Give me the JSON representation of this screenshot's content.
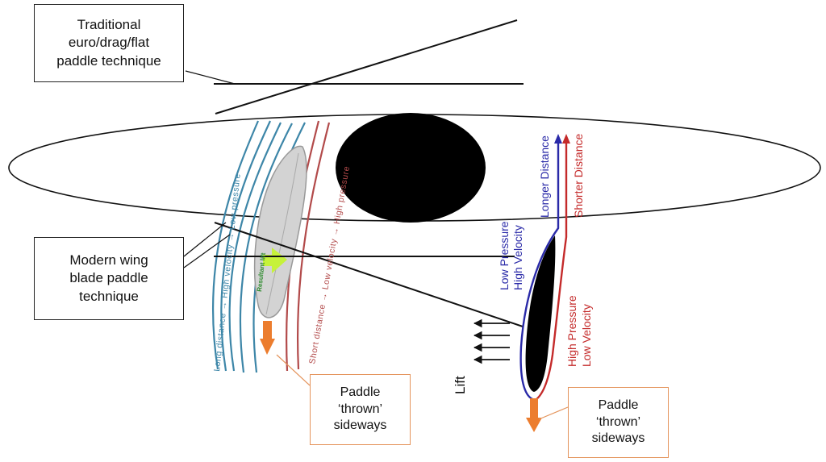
{
  "callouts": {
    "traditional": "Traditional\neuro/drag/flat\npaddle technique",
    "modern": "Modern wing\nblade paddle\ntechnique",
    "thrown_left": "Paddle\n‘thrown’\nsideways",
    "thrown_right": "Paddle\n‘thrown’\nsideways"
  },
  "left_blade": {
    "blue_side": "Long distance → High velocity → Low pressure",
    "red_side": "Short distance → Low velocity → High pressure",
    "resultant": "Resultant lift"
  },
  "right_foil": {
    "longer_distance": "Longer Distance",
    "shorter_distance": "Shorter Distance",
    "low_pressure": "Low Pressure",
    "high_velocity": "High Velocity",
    "high_pressure": "High Pressure",
    "low_velocity": "Low Velocity",
    "lift": "Lift"
  },
  "colors": {
    "blue_flow": "#3d86a8",
    "red_flow": "#b24a4a",
    "navy": "#2a2aa8",
    "crimson": "#c42a2a",
    "orange": "#ec7d2e",
    "lime": "#c6f23a"
  }
}
